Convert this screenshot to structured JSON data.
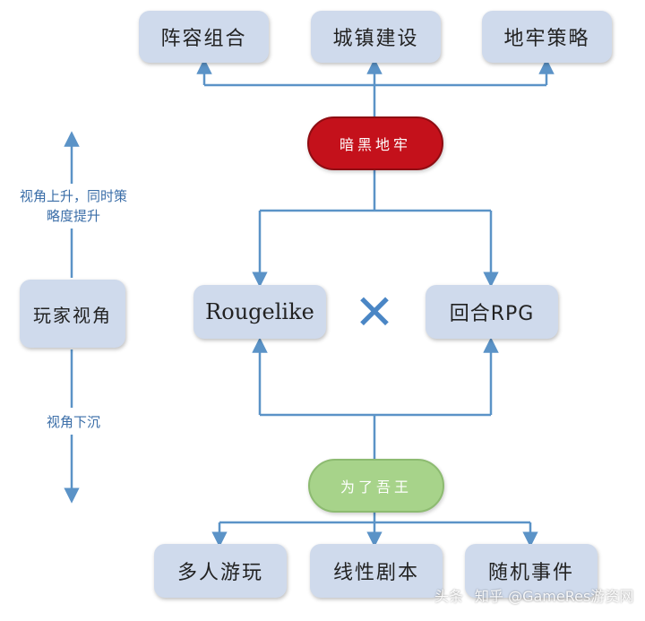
{
  "top_boxes": [
    "阵容组合",
    "城镇建设",
    "地牢策略"
  ],
  "center_pill": "暗黑地牢",
  "middle_left": "Rougelike",
  "middle_right": "回合RPG",
  "cross_symbol": "✕",
  "bottom_pill": "为了吾王",
  "bottom_boxes": [
    "多人游玩",
    "线性剧本",
    "随机事件"
  ],
  "side": {
    "center_box": "玩家视角",
    "up_label_line1": "视角上升，同时策",
    "up_label_line2": "略度提升",
    "down_label": "视角下沉"
  },
  "watermark": {
    "left": "头条",
    "right": "知乎 @GameRes游资网"
  },
  "colors": {
    "box": "#cfdaec",
    "arrow": "#5b93c7",
    "red_pill": "#c4111b",
    "green_pill": "#a7d38a",
    "cross": "#4a86c5"
  }
}
